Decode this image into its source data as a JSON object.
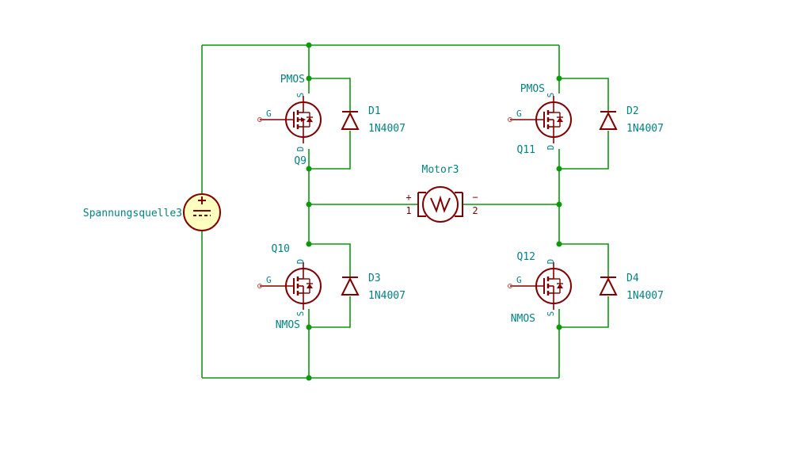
{
  "source": {
    "ref": "Spannungsquelle3"
  },
  "motor": {
    "ref": "Motor3",
    "pin1": "1",
    "pin2": "2",
    "plus": "+",
    "minus": "−"
  },
  "q9": {
    "ref": "Q9",
    "value": "PMOS",
    "g": "G",
    "d": "D",
    "s": "S"
  },
  "q11": {
    "ref": "Q11",
    "value": "PMOS",
    "g": "G",
    "d": "D",
    "s": "S"
  },
  "q10": {
    "ref": "Q10",
    "value": "NMOS",
    "g": "G",
    "d": "D",
    "s": "S"
  },
  "q12": {
    "ref": "Q12",
    "value": "NMOS",
    "g": "G",
    "d": "D",
    "s": "S"
  },
  "d1": {
    "ref": "D1",
    "value": "1N4007"
  },
  "d2": {
    "ref": "D2",
    "value": "1N4007"
  },
  "d3": {
    "ref": "D3",
    "value": "1N4007"
  },
  "d4": {
    "ref": "D4",
    "value": "1N4007"
  },
  "colors": {
    "wire": "#0a9a0a",
    "symbol": "#840000",
    "label": "#008484",
    "source_fill": "#ffffc0"
  }
}
